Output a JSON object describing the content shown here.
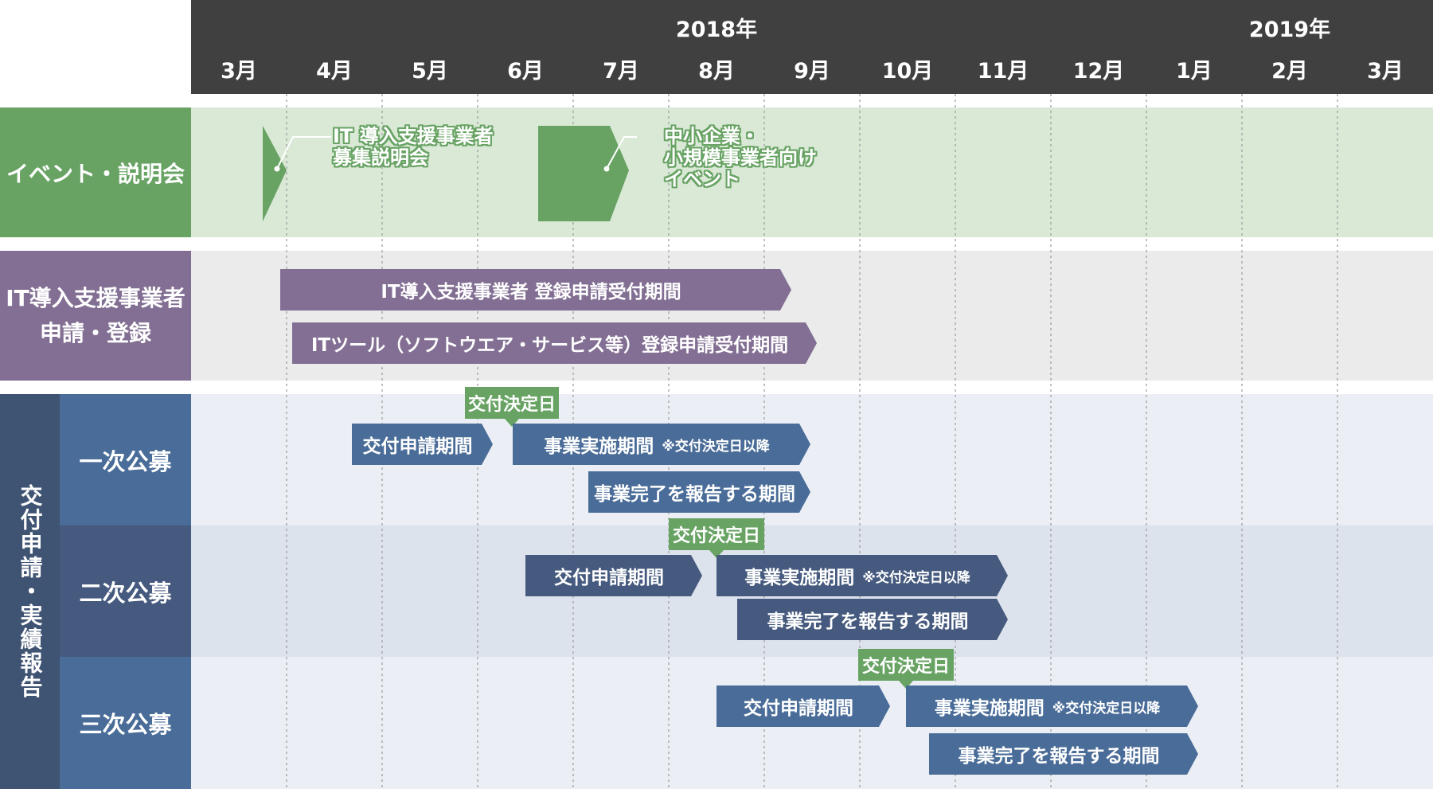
{
  "header": {
    "years": [
      "2018年",
      "2019年"
    ],
    "months": [
      "3月",
      "4月",
      "5月",
      "6月",
      "7月",
      "8月",
      "9月",
      "10月",
      "11月",
      "12月",
      "1月",
      "2月",
      "3月"
    ]
  },
  "rows": {
    "events": {
      "label": "イベント・説明会"
    },
    "it_registration": {
      "label_line1": "IT導入支援事業者",
      "label_line2": "申請・登録"
    },
    "subsidy": {
      "outer_label": "交付申請・実績報告",
      "rounds": [
        {
          "label": "一次公募"
        },
        {
          "label": "二次公募"
        },
        {
          "label": "三次公募"
        }
      ]
    }
  },
  "events": [
    {
      "line1": "IT 導入支援事業者",
      "line2": "募集説明会"
    },
    {
      "line1": "中小企業・",
      "line2": "小規模事業者向け",
      "line3": "イベント"
    }
  ],
  "bars": {
    "it_vendor": "IT導入支援事業者 登録申請受付期間",
    "it_tool": "ITツール（ソフトウエア・サービス等）登録申請受付期間",
    "apply": "交付申請期間",
    "implement": "事業実施期間",
    "implement_note": "※交付決定日以降",
    "report": "事業完了を報告する期間",
    "decision": "交付決定日"
  },
  "colors": {
    "header": "#404040",
    "green": "#68a364",
    "purple": "#826f93",
    "blue": "#4a6c98",
    "navy": "#455a7e"
  }
}
